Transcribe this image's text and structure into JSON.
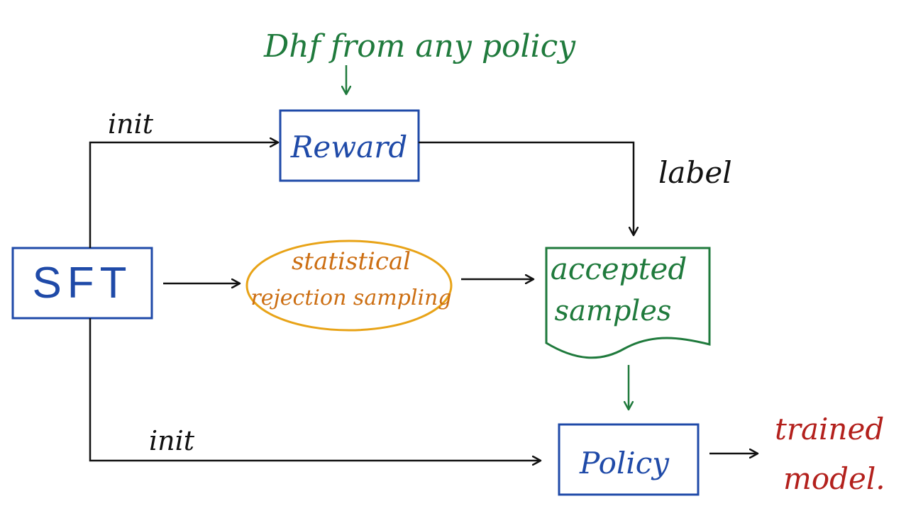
{
  "nodes": {
    "sft": {
      "label": "SFT",
      "color": "#1f4aa8"
    },
    "reward": {
      "label": "Reward",
      "color": "#1f4aa8"
    },
    "rejection": {
      "label_line1": "statistical",
      "label_line2": "rejection sampling",
      "color": "#e8a317",
      "text_color": "#cc6e12"
    },
    "accepted": {
      "label_line1": "accepted",
      "label_line2": "samples",
      "color": "#1f7a3c"
    },
    "policy": {
      "label": "Policy",
      "color": "#1f4aa8"
    }
  },
  "annotations": {
    "dhf": {
      "text": "Dhf from any policy",
      "color": "#1f7a3c"
    },
    "init_top": {
      "text": "init",
      "color": "#111111"
    },
    "init_bottom": {
      "text": "init",
      "color": "#111111"
    },
    "label": {
      "text": "label",
      "color": "#111111"
    },
    "trained_line1": {
      "text": "trained",
      "color": "#b3201c"
    },
    "trained_line2": {
      "text": "model.",
      "color": "#b3201c"
    }
  },
  "colors": {
    "arrow_black": "#111111",
    "arrow_green": "#1f7a3c"
  }
}
